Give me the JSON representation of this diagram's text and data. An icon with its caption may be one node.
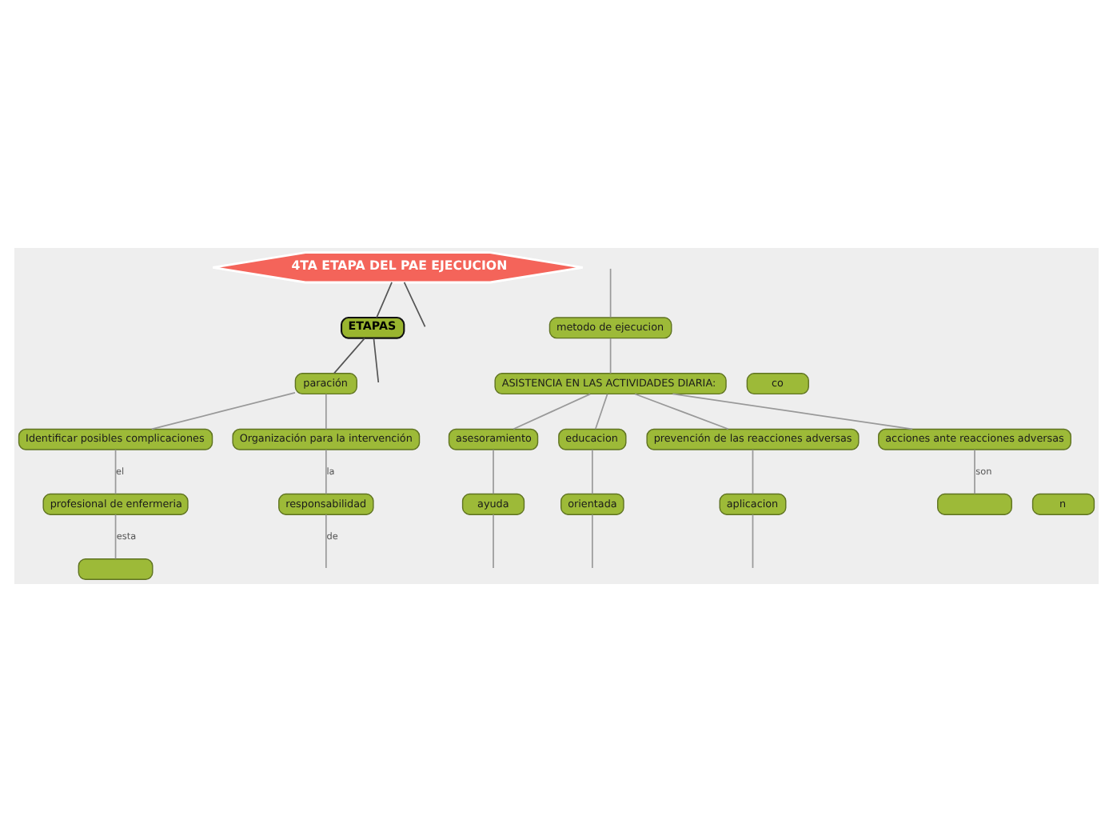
{
  "diagram": {
    "nodes": [
      {
        "text": [
          "4TA ETAPA DEL PAE EJECUCION"
        ]
      },
      {
        "text": [
          "ETAPAS"
        ]
      },
      {
        "text": [
          "paración"
        ]
      },
      {
        "text": [
          "Identificar posibles complicaciones"
        ]
      },
      {
        "text": [
          "Organización para la intervención"
        ]
      },
      {
        "text": [
          "metodo de ejecucion"
        ]
      },
      {
        "text": [
          "ASISTENCIA EN LAS ACTIVIDADES DIARIA:"
        ]
      },
      {
        "text": [
          "co"
        ]
      },
      {
        "text": [
          "profesional de enfermeria"
        ]
      },
      {
        "text": [
          "responsabilidad"
        ]
      },
      {
        "text": [
          "asesoramiento"
        ]
      },
      {
        "text": [
          "educacion"
        ]
      },
      {
        "text": [
          "prevención de las reacciones adversas"
        ]
      },
      {
        "text": [
          "acciones ante reacciones adversas"
        ]
      },
      {
        "text": [
          "ayuda"
        ]
      },
      {
        "text": [
          "orientada"
        ]
      },
      {
        "text": [
          "aplicacion"
        ]
      },
      {
        "text": [
          "n"
        ]
      },
      {
        "text": [],
        "shape": "box"
      },
      {
        "text": [],
        "shape": "box"
      }
    ],
    "edges": [
      {
        "from": 0,
        "to": null,
        "arrow": "none",
        "color": "#555555"
      },
      {
        "from": 0,
        "to": 1,
        "arrow": "none",
        "color": "#555555"
      },
      {
        "from": 1,
        "to": 2,
        "arrow": "none",
        "color": "#555555"
      },
      {
        "from": 1,
        "to": null,
        "arrow": "none",
        "color": "#555555"
      },
      {
        "from": 2,
        "to": 3,
        "arrow": "none"
      },
      {
        "from": 2,
        "to": 4,
        "arrow": "none"
      },
      {
        "from": null,
        "to": 5,
        "arrow": "none"
      },
      {
        "from": 5,
        "to": 6,
        "arrow": "none"
      },
      {
        "from": 3,
        "to": 8,
        "arrow": "none",
        "label": "el"
      },
      {
        "from": 4,
        "to": 9,
        "arrow": "none",
        "label": "la"
      },
      {
        "from": 6,
        "to": 10,
        "arrow": "none"
      },
      {
        "from": 6,
        "to": 11,
        "arrow": "none"
      },
      {
        "from": 6,
        "to": 12,
        "arrow": "none"
      },
      {
        "from": 6,
        "to": 13,
        "arrow": "none"
      },
      {
        "from": 8,
        "to": 18,
        "arrow": "none",
        "label": "esta"
      },
      {
        "from": 9,
        "to": null,
        "arrow": "none",
        "label": "de"
      },
      {
        "from": 10,
        "to": 14,
        "arrow": "none"
      },
      {
        "from": 11,
        "to": 15,
        "arrow": "none"
      },
      {
        "from": 12,
        "to": 16,
        "arrow": "none"
      },
      {
        "from": 13,
        "to": 19,
        "arrow": "none",
        "label": "son"
      },
      {
        "from": 14,
        "to": null,
        "arrow": "none"
      },
      {
        "from": 15,
        "to": null,
        "arrow": "none"
      },
      {
        "from": 16,
        "to": null,
        "arrow": "none"
      }
    ]
  }
}
